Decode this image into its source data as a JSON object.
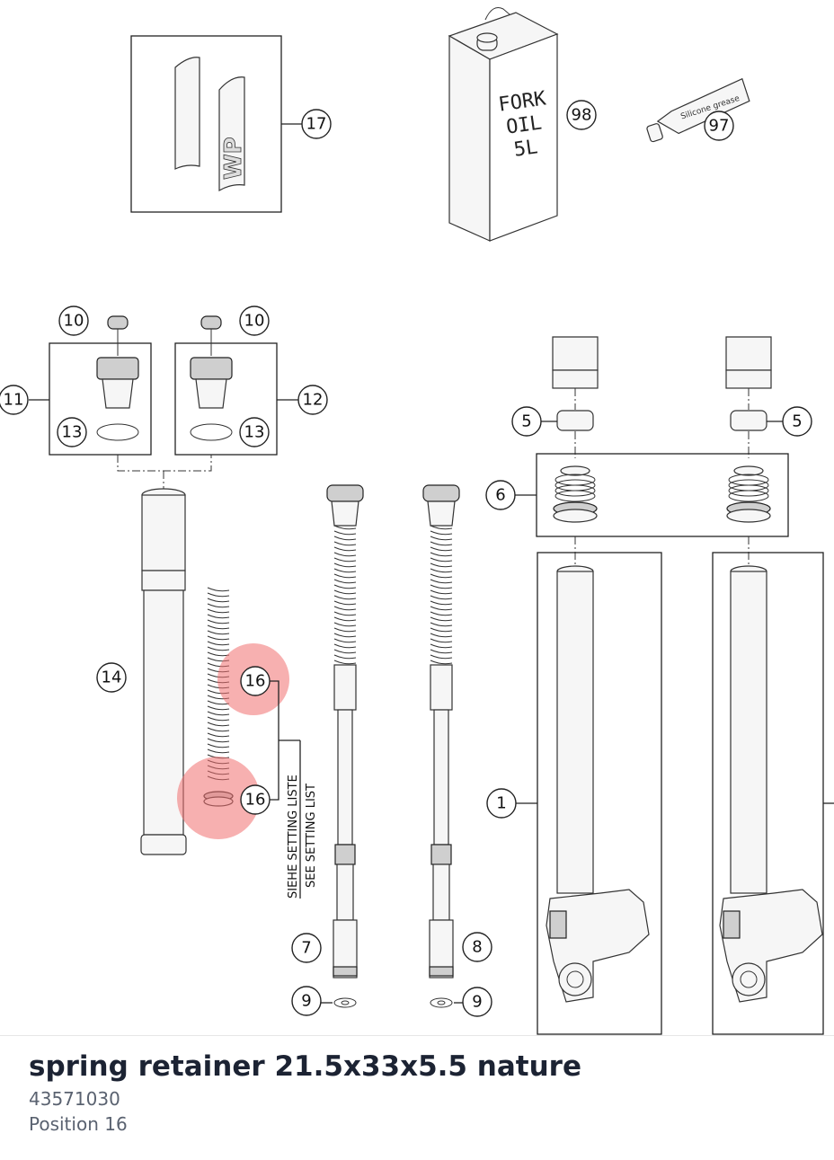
{
  "diagram": {
    "callouts": {
      "c17": "17",
      "c98": "98",
      "c97": "97",
      "c10a": "10",
      "c10b": "10",
      "c11": "11",
      "c12": "12",
      "c13a": "13",
      "c13b": "13",
      "c14": "14",
      "c16a": "16",
      "c16b": "16",
      "c5a": "5",
      "c5b": "5",
      "c6": "6",
      "c1": "1",
      "c7": "7",
      "c8": "8",
      "c9a": "9",
      "c9b": "9"
    },
    "can_text": [
      "FORK",
      "OIL",
      "5L"
    ],
    "tube_label": "Silicone grease",
    "brand_mark": "WP",
    "setting_note": [
      "SIEHE SETTING LISTE",
      "SEE SETTING LIST"
    ],
    "highlight_color": "#f07070"
  },
  "part": {
    "name": "spring retainer 21.5x33x5.5 nature",
    "number": "43571030",
    "position": "Position 16"
  }
}
